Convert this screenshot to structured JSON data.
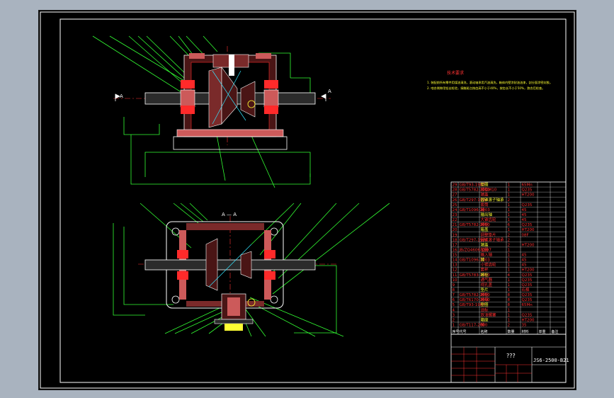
{
  "title_block": {
    "drawing_name": "???",
    "drawing_number": "JS6-2500-B21"
  },
  "sections": {
    "section_mark_top": "A",
    "section_mark_top_right": "A",
    "section_view_label": "A — A"
  },
  "tech_requirements": {
    "heading": "技术要求",
    "lines": [
      "1. 装配前所有零件用煤油清洗，滚动轴承用汽油清洗，箱体内壁涂耐油油漆，剖分面涂密封胶。",
      "2. 啮合侧隙用铅丝检验，接触斑点按齿高不小于40%，按齿长不小于50%，跑合后检查。"
    ]
  },
  "bom_rows": [
    [
      "29",
      "GB/T93-1987",
      "垫圈",
      "1",
      "65Mn",
      "",
      ""
    ],
    [
      "28",
      "GB/T5782-2000",
      "螺栓M10",
      "1",
      "Q235",
      "",
      ""
    ],
    [
      "27",
      "",
      "端盖",
      "1",
      "HT200",
      "",
      ""
    ],
    [
      "26",
      "GB/T297-1994",
      "圆锥滚子轴承",
      "2",
      "",
      "",
      ""
    ],
    [
      "25",
      "",
      "套筒",
      "1",
      "Q235",
      "",
      ""
    ],
    [
      "24",
      "GB/T1096-2003",
      "键",
      "1",
      "45",
      "",
      ""
    ],
    [
      "23",
      "",
      "输出轴",
      "1",
      "45",
      "",
      ""
    ],
    [
      "22",
      "",
      "大锥齿轮",
      "1",
      "45",
      "",
      ""
    ],
    [
      "21",
      "GB/T5782-2000",
      "螺栓",
      "6",
      "Q235",
      "",
      ""
    ],
    [
      "20",
      "",
      "箱盖",
      "1",
      "HT200",
      "",
      ""
    ],
    [
      "19",
      "",
      "调整垫片",
      "2",
      "08F",
      "",
      ""
    ],
    [
      "18",
      "GB/T297-1994",
      "圆锥滚子轴承",
      "2",
      "",
      "",
      ""
    ],
    [
      "17",
      "",
      "端盖",
      "2",
      "HT200",
      "",
      ""
    ],
    [
      "16",
      "JB/ZQ4606-1997",
      "毡圈",
      "1",
      "",
      "",
      ""
    ],
    [
      "15",
      "",
      "输入轴",
      "1",
      "45",
      "",
      ""
    ],
    [
      "14",
      "GB/T1096-2003",
      "键",
      "1",
      "45",
      "",
      ""
    ],
    [
      "13",
      "",
      "小锥齿轮",
      "1",
      "45",
      "",
      ""
    ],
    [
      "12",
      "",
      "套杯",
      "1",
      "HT200",
      "",
      ""
    ],
    [
      "11",
      "GB/T5783-2000",
      "螺栓",
      "4",
      "Q235",
      "",
      ""
    ],
    [
      "10",
      "",
      "通气器",
      "1",
      "Q235",
      "",
      ""
    ],
    [
      "9",
      "",
      "视孔盖",
      "1",
      "Q235",
      "",
      ""
    ],
    [
      "8",
      "",
      "垫片",
      "1",
      "石棉",
      "",
      ""
    ],
    [
      "7",
      "GB/T5782-2000",
      "螺栓",
      "8",
      "Q235",
      "",
      ""
    ],
    [
      "6",
      "GB/T6170-2000",
      "螺母",
      "8",
      "Q235",
      "",
      ""
    ],
    [
      "5",
      "GB/T93-1987",
      "垫圈",
      "8",
      "65Mn",
      "",
      ""
    ],
    [
      "4",
      "",
      "油标",
      "1",
      "",
      "",
      ""
    ],
    [
      "3",
      "",
      "放油螺塞",
      "1",
      "Q235",
      "",
      ""
    ],
    [
      "2",
      "",
      "箱座",
      "1",
      "HT200",
      "",
      ""
    ],
    [
      "1",
      "GB/T117-2000",
      "销",
      "2",
      "35",
      "",
      ""
    ]
  ],
  "bom_header": [
    "序号",
    "代号",
    "名称",
    "数量",
    "材料",
    "单重",
    "备注"
  ],
  "colors": {
    "frame": "#ffffff",
    "outline": "#ffffff",
    "leader": "#33ff33",
    "section": "#cc5a5a",
    "hatch": "#ff2a2a",
    "center": "#ff3333",
    "accent_cyan": "#33e6ff",
    "accent_yellow": "#ffff33",
    "bom_text": "#ff3333",
    "bom_alt": "#ffff33"
  }
}
